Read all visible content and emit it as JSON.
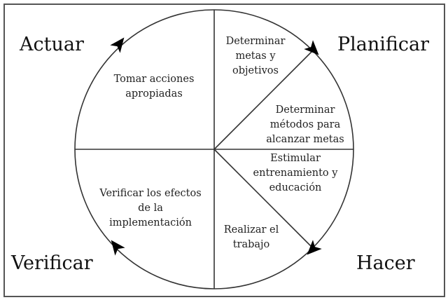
{
  "diagram": {
    "type": "PDCA cycle",
    "colors": {
      "line": "#333333",
      "arrow": "#000000",
      "border": "#555555",
      "text": "#111111"
    },
    "phases": {
      "actuar": {
        "label": "Actuar"
      },
      "planificar": {
        "label": "Planificar"
      },
      "hacer": {
        "label": "Hacer"
      },
      "verificar": {
        "label": "Verificar"
      }
    },
    "steps": {
      "tomar_acciones": {
        "lines": [
          "Tomar acciones",
          "apropiadas"
        ]
      },
      "determinar_metas": {
        "lines": [
          "Determinar",
          "metas y",
          "objetivos"
        ]
      },
      "determinar_metodos": {
        "lines": [
          "Determinar",
          "métodos para",
          "alcanzar metas"
        ]
      },
      "estimular": {
        "lines": [
          "Estimular",
          "entrenamiento y",
          "educación"
        ]
      },
      "realizar": {
        "lines": [
          "Realizar el",
          "trabajo"
        ]
      },
      "verificar_efectos": {
        "lines": [
          "Verificar los efectos",
          "de la",
          "implementación"
        ]
      }
    },
    "arrows": [
      "actuar-to-planificar",
      "planificar-to-hacer",
      "hacer-to-verificar",
      "verificar-to-actuar"
    ]
  }
}
